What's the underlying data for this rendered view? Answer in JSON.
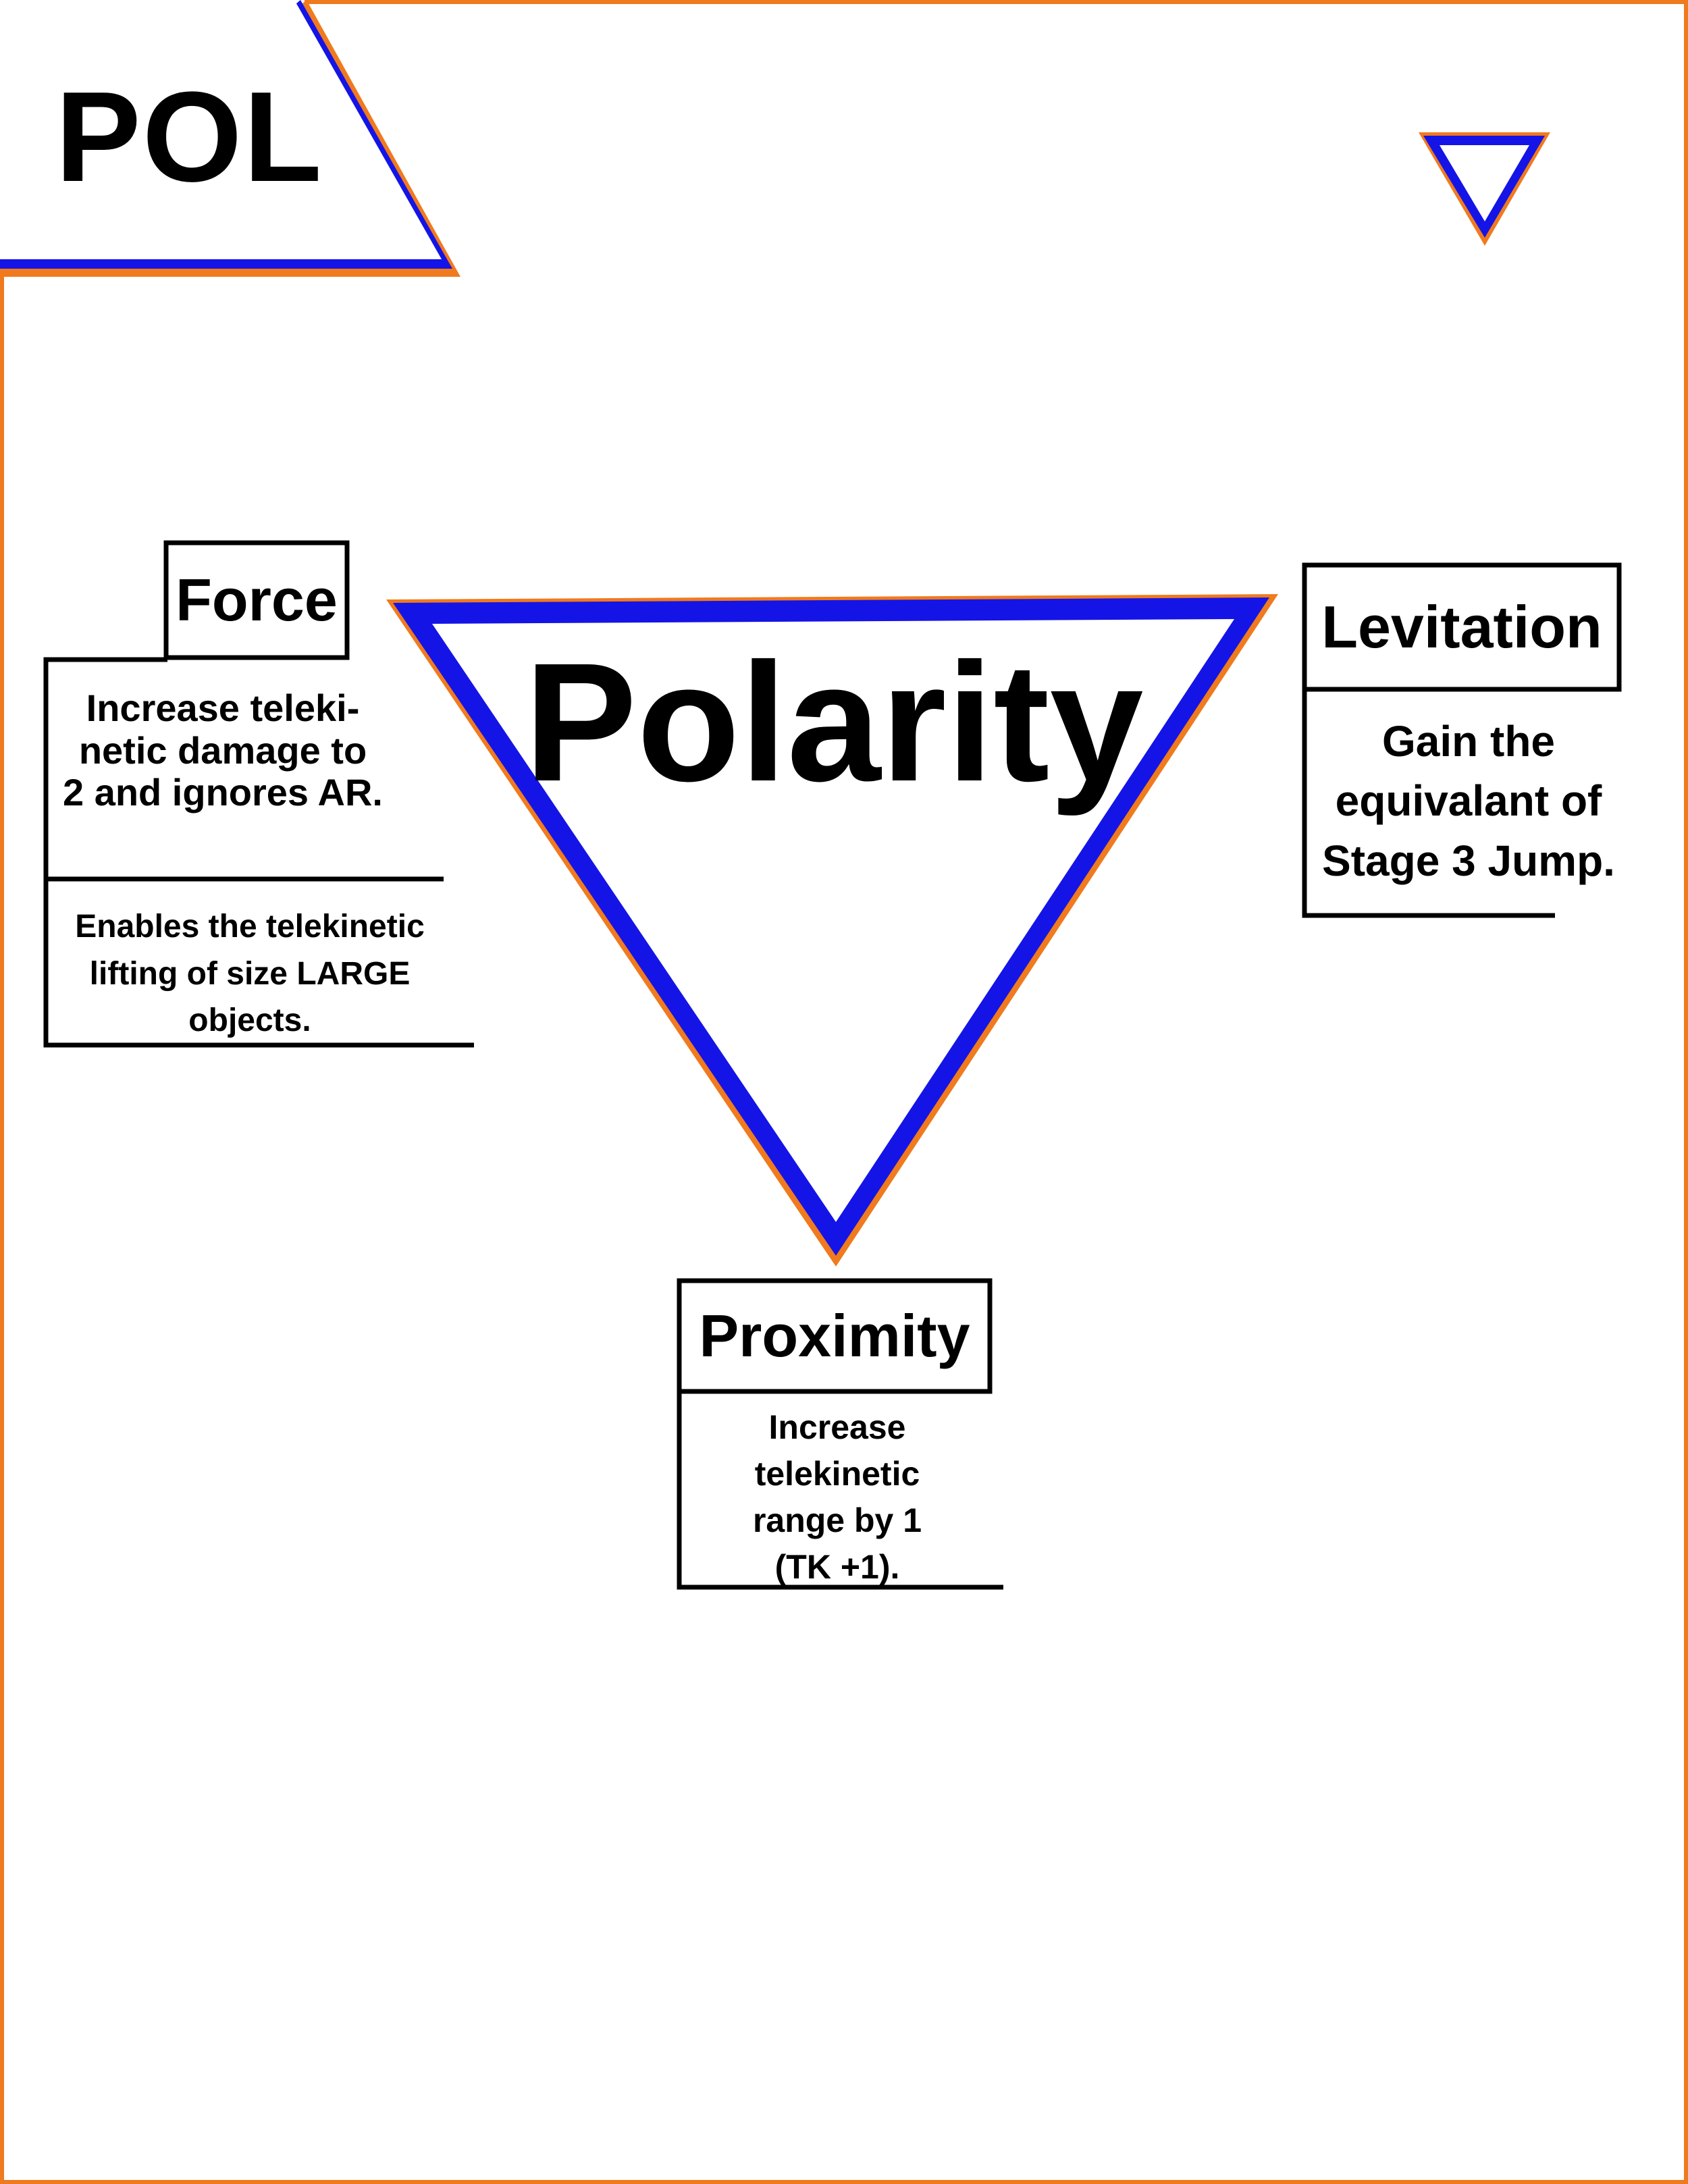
{
  "header": {
    "code": "POL"
  },
  "diagram": {
    "title": "Polarity",
    "colors": {
      "border": "#F07A1E",
      "accent": "#1414E6",
      "text": "#000000"
    },
    "nodes": [
      {
        "title": "Force",
        "descriptions": [
          "Increase teleki-\nnetic damage to\n2 and ignores AR.",
          "Enables the telekinetic\nlifting of size LARGE\nobjects."
        ]
      },
      {
        "title": "Levitation",
        "descriptions": [
          "Gain the\nequivalant of\nStage 3 Jump."
        ]
      },
      {
        "title": "Proximity",
        "descriptions": [
          "Increase\ntelekinetic\nrange by 1\n(TK +1)."
        ]
      }
    ]
  }
}
